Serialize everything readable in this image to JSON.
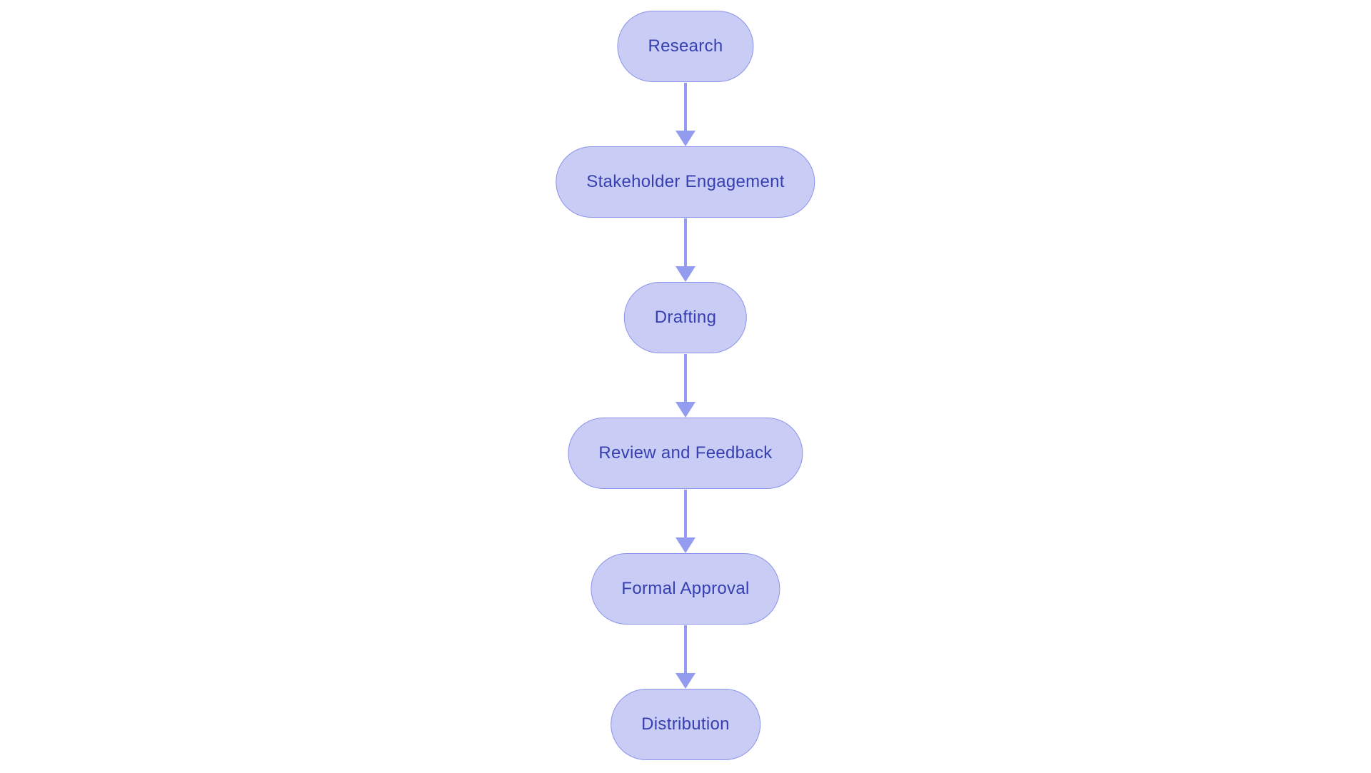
{
  "diagram": {
    "type": "flowchart",
    "direction": "top-down",
    "colors": {
      "background": "#ffffff",
      "node_fill": "#c9ccf5",
      "node_border": "#8b94ea",
      "arrow": "#939cee",
      "text": "#3640b0"
    },
    "nodes": [
      {
        "id": "research",
        "label": "Research"
      },
      {
        "id": "stakeholder-engagement",
        "label": "Stakeholder Engagement"
      },
      {
        "id": "drafting",
        "label": "Drafting"
      },
      {
        "id": "review-and-feedback",
        "label": "Review and Feedback"
      },
      {
        "id": "formal-approval",
        "label": "Formal Approval"
      },
      {
        "id": "distribution",
        "label": "Distribution"
      }
    ],
    "edges": [
      {
        "from": "Research",
        "to": "Stakeholder Engagement"
      },
      {
        "from": "Stakeholder Engagement",
        "to": "Drafting"
      },
      {
        "from": "Drafting",
        "to": "Review and Feedback"
      },
      {
        "from": "Review and Feedback",
        "to": "Formal Approval"
      },
      {
        "from": "Formal Approval",
        "to": "Distribution"
      }
    ]
  }
}
